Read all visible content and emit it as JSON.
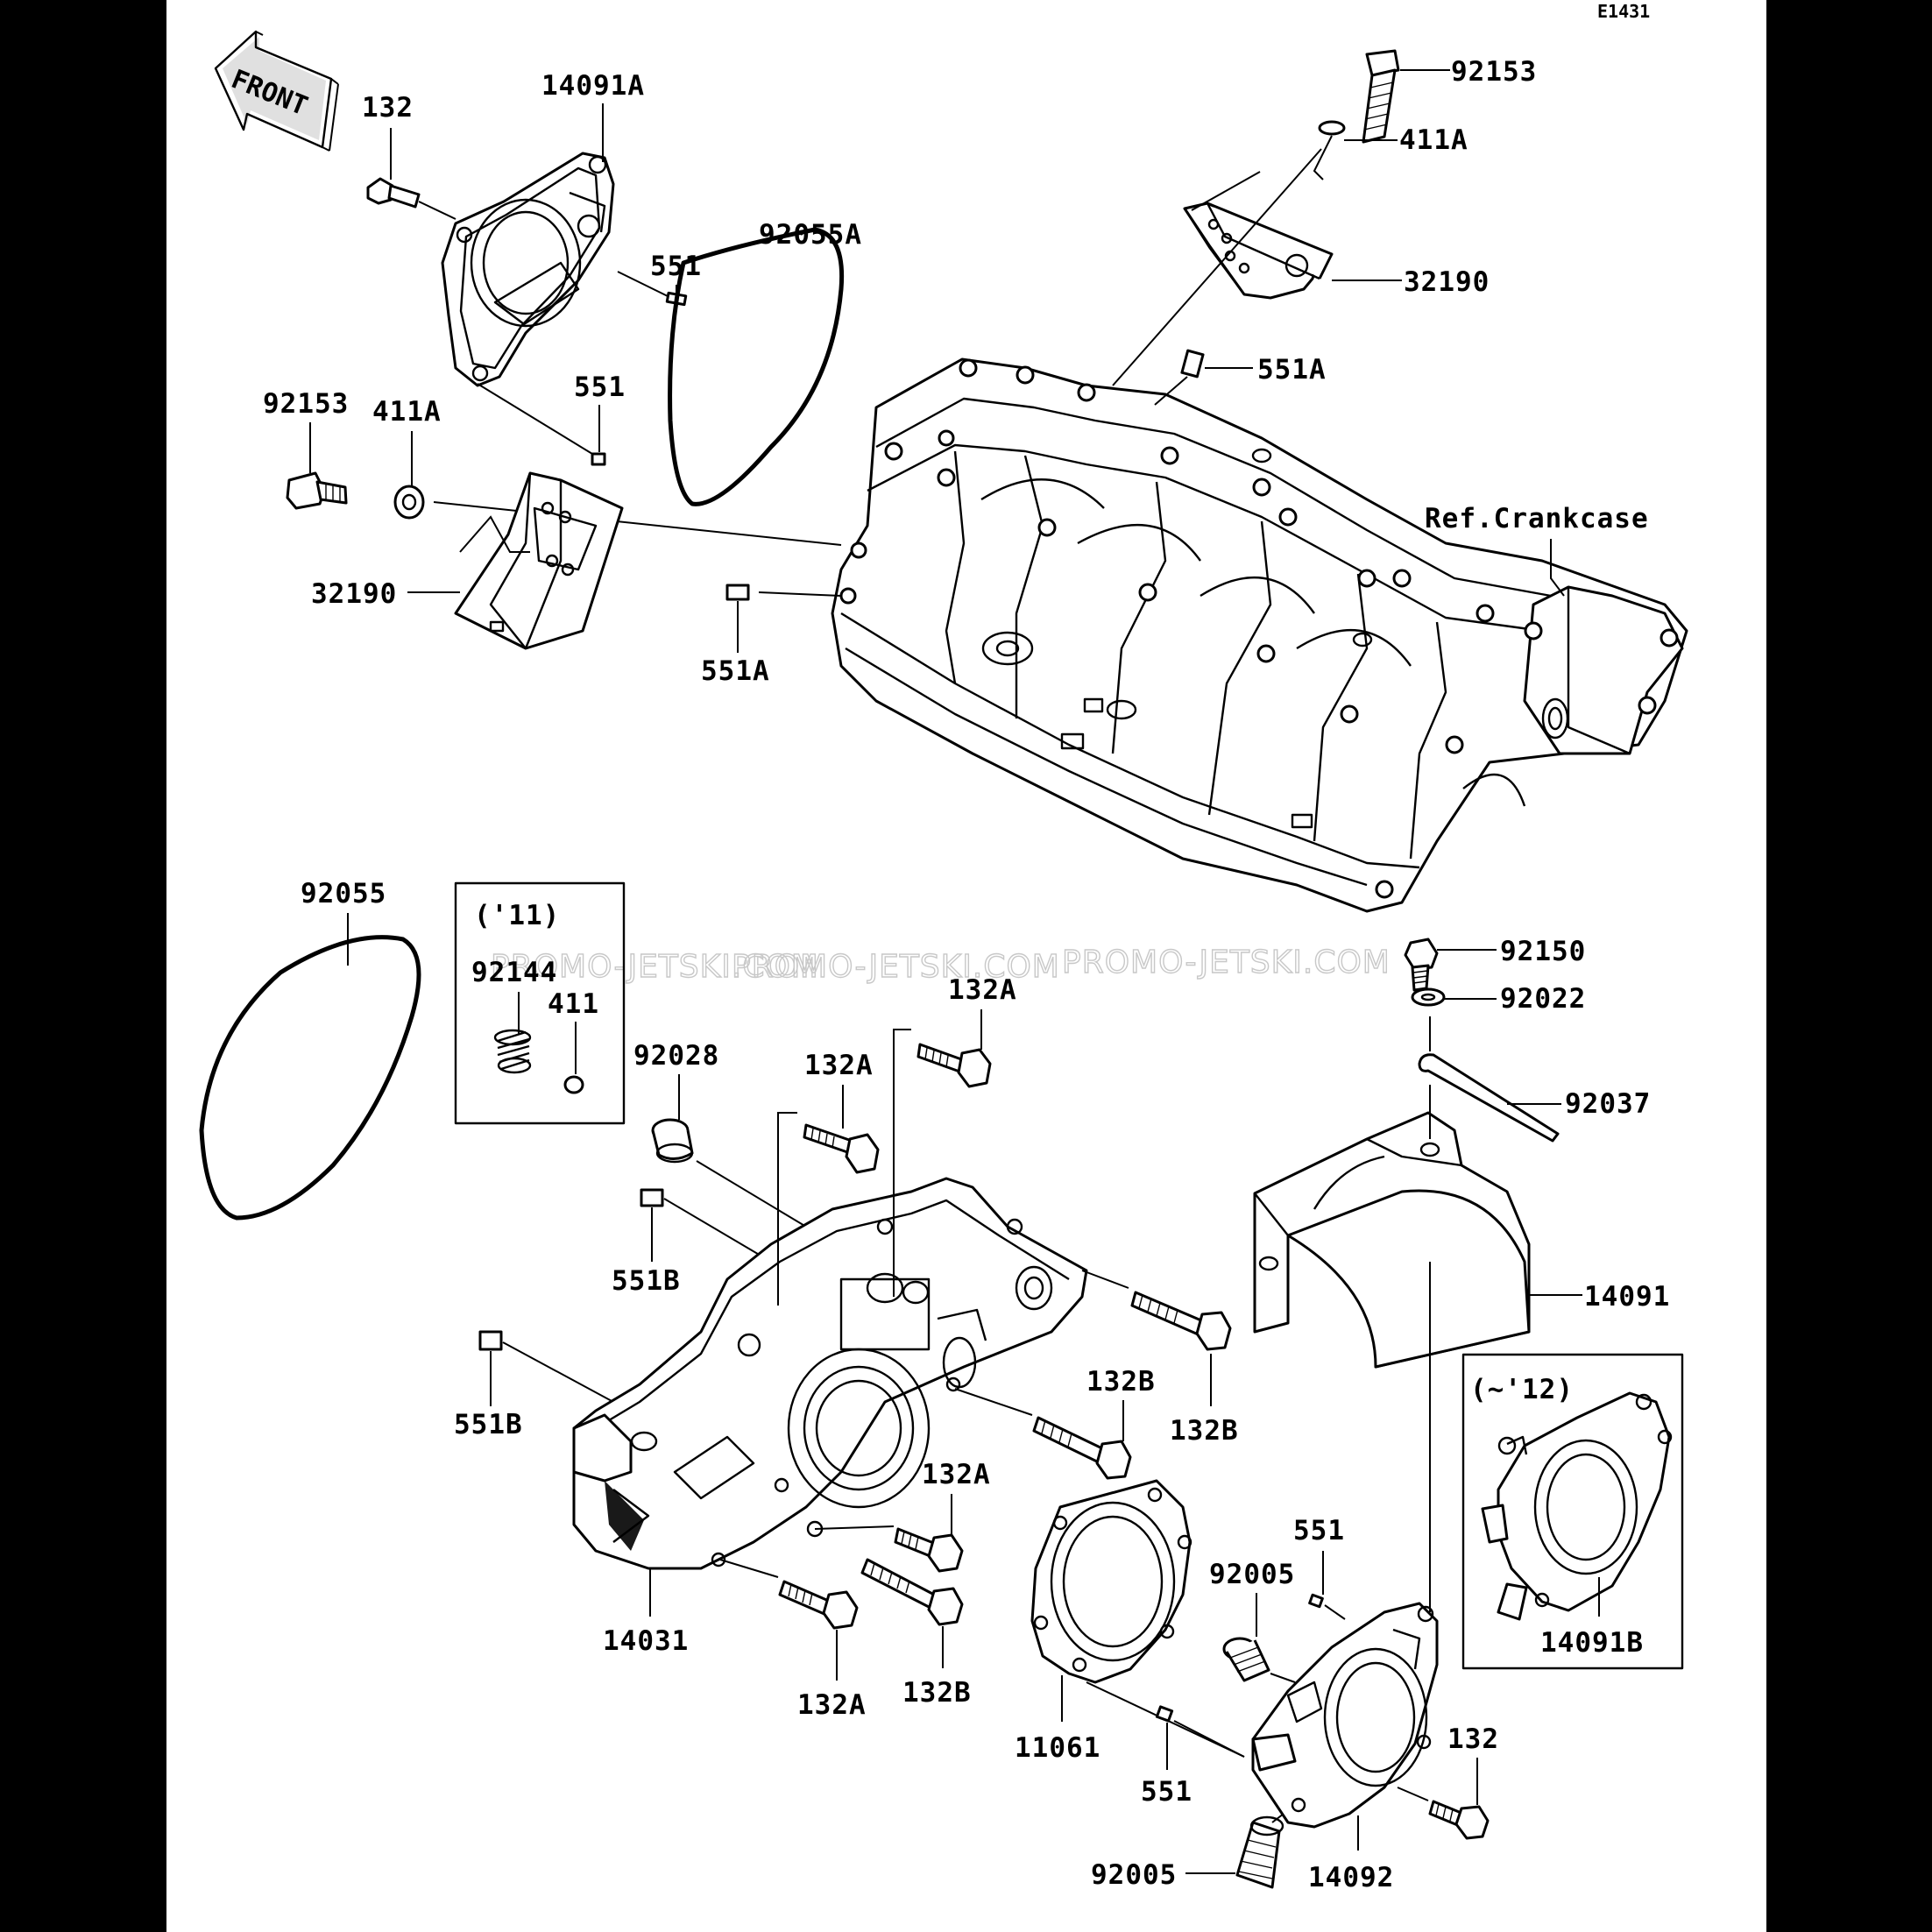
{
  "diagram_code": "E1431",
  "front_label": "FRONT",
  "reference": "Ref.Crankcase",
  "watermark": "PROMO-JETSKI.COM",
  "boxes": {
    "box_11": "('11)",
    "box_12": "(~'12)"
  },
  "parts": {
    "p92153_top": "92153",
    "p411A_top": "411A",
    "p32190_top": "32190",
    "p551A_top": "551A",
    "p14091A": "14091A",
    "p132_top": "132",
    "p92055A": "92055A",
    "p551_a": "551",
    "p551_b": "551",
    "p92153_left": "92153",
    "p411A_left": "411A",
    "p32190_left": "32190",
    "p551A_left": "551A",
    "p92055": "92055",
    "p92144": "92144",
    "p411": "411",
    "p92028": "92028",
    "p132A_a": "132A",
    "p132A_b": "132A",
    "p551B_a": "551B",
    "p551B_b": "551B",
    "p132B_a": "132B",
    "p132B_b": "132B",
    "p132A_c": "132A",
    "p14031": "14031",
    "p132A_d": "132A",
    "p132B_c": "132B",
    "p11061": "11061",
    "p551_c": "551",
    "p551_d": "551",
    "p92005_a": "92005",
    "p92005_b": "92005",
    "p14092": "14092",
    "p132_bottom": "132",
    "p92150": "92150",
    "p92022": "92022",
    "p92037": "92037",
    "p14091": "14091",
    "p14091B": "14091B"
  }
}
